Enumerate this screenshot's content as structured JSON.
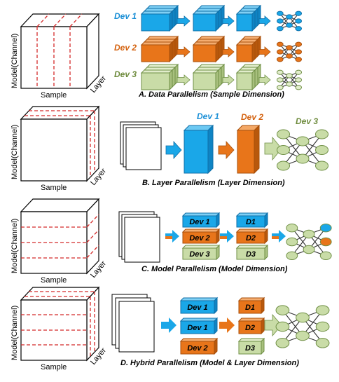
{
  "colors": {
    "blue": "#1aa7e8",
    "blue_dark": "#0f6fa8",
    "blue_text": "#1a8fd6",
    "orange": "#e8751a",
    "orange_dark": "#a94f0a",
    "orange_text": "#d4620f",
    "green": "#c9dca7",
    "green_dark": "#6f8f45",
    "green_text": "#6e8b3d",
    "red_dash": "#d42a2a"
  },
  "axes": {
    "model": "Model(Channel)",
    "sample": "Sample",
    "layer": "Layer"
  },
  "panel_a": {
    "caption": "A. Data Parallelism (Sample Dimension)",
    "devices": [
      "Dev 1",
      "Dev 2",
      "Dev 3"
    ]
  },
  "panel_b": {
    "caption": "B. Layer Parallelism (Layer Dimension)",
    "devices": [
      "Dev 1",
      "Dev 2",
      "Dev 3"
    ]
  },
  "panel_c": {
    "caption": "C. Model Parallelism (Model Dimension)",
    "col1": [
      "Dev 1",
      "Dev 2",
      "Dev 3"
    ],
    "col2": [
      "D1",
      "D2",
      "D3"
    ]
  },
  "panel_d": {
    "caption": "D. Hybrid Parallelism (Model & Layer Dimension)",
    "col1": [
      "Dev 1",
      "Dev 1",
      "Dev 2"
    ],
    "col2": [
      "D1",
      "D2",
      "D3"
    ]
  }
}
